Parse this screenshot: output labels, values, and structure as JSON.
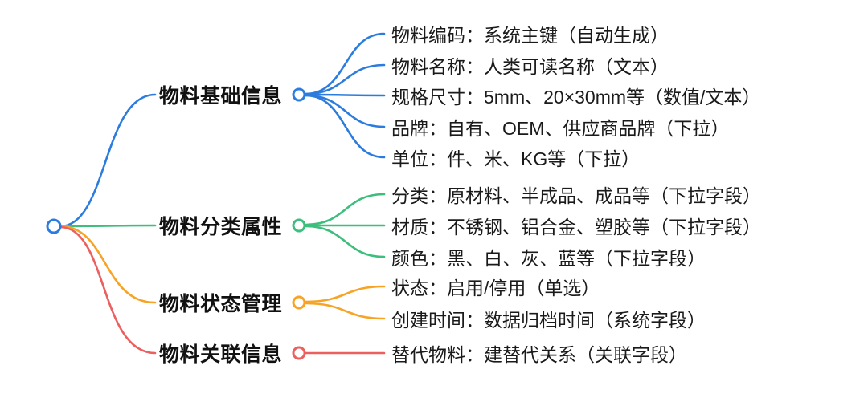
{
  "colors": {
    "blue": "#2B7CDE",
    "green": "#3CBE7C",
    "orange": "#F7A426",
    "red": "#EC5F5F",
    "text": "#1A1A1A",
    "background": "#FFFFFF"
  },
  "root": {
    "color": "#2B7CDE"
  },
  "branches": [
    {
      "label": "物料基础信息",
      "color": "#2B7CDE",
      "leaves": [
        "物料编码：系统主键（自动生成）",
        "物料名称：人类可读名称（文本）",
        "规格尺寸：5mm、20×30mm等（数值/文本）",
        "品牌：自有、OEM、供应商品牌（下拉）",
        "单位：件、米、KG等（下拉）"
      ]
    },
    {
      "label": "物料分类属性",
      "color": "#3CBE7C",
      "leaves": [
        "分类：原材料、半成品、成品等（下拉字段）",
        "材质：不锈钢、铝合金、塑胶等（下拉字段）",
        "颜色：黑、白、灰、蓝等（下拉字段）"
      ]
    },
    {
      "label": "物料状态管理",
      "color": "#F7A426",
      "leaves": [
        "状态：启用/停用（单选）",
        "创建时间：数据归档时间（系统字段）"
      ]
    },
    {
      "label": "物料关联信息",
      "color": "#EC5F5F",
      "leaves": [
        "替代物料：建替代关系（关联字段）"
      ]
    }
  ]
}
